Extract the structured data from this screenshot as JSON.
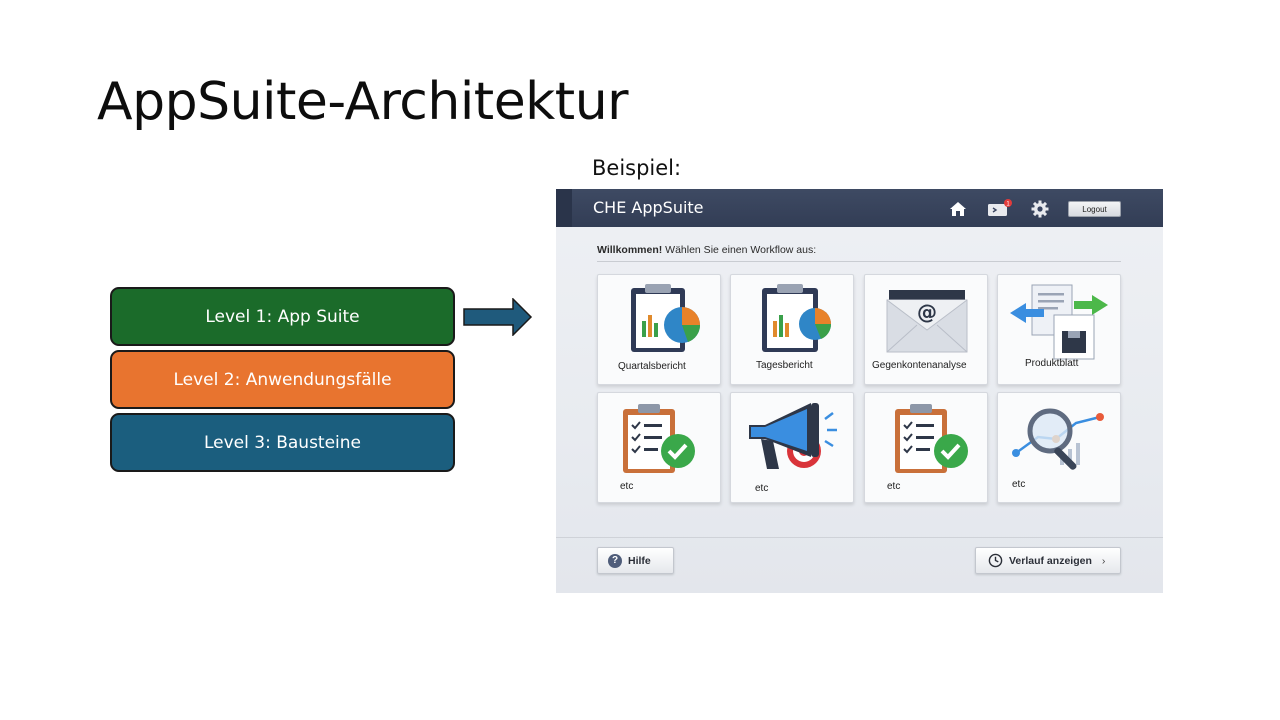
{
  "slide": {
    "title": "AppSuite-Architektur",
    "example_label": "Beispiel:"
  },
  "levels": [
    {
      "label": "Level 1: App Suite",
      "color": "#1b6b2a"
    },
    {
      "label": "Level 2: Anwendungsfälle",
      "color": "#e8742f"
    },
    {
      "label": "Level 3: Bausteine",
      "color": "#1b5e7e"
    }
  ],
  "app": {
    "title": "CHE AppSuite",
    "header_icons": [
      "home-icon",
      "mail-icon",
      "gear-icon"
    ],
    "notification_count": "1",
    "logout_label": "Logout",
    "welcome_bold": "Willkommen!",
    "welcome_text": " Wählen Sie einen Workflow aus:",
    "tiles": [
      {
        "label": "Quartalsbericht",
        "icon": "report-chart-icon"
      },
      {
        "label": "Tagesbericht",
        "icon": "report-chart-icon"
      },
      {
        "label": "Gegenkontenanalyse",
        "icon": "email-envelope-icon"
      },
      {
        "label": "Produktblatt",
        "icon": "document-transfer-icon"
      },
      {
        "label": "etc",
        "icon": "checklist-icon"
      },
      {
        "label": "etc",
        "icon": "megaphone-icon"
      },
      {
        "label": "etc",
        "icon": "checklist-icon"
      },
      {
        "label": "etc",
        "icon": "analytics-magnifier-icon"
      }
    ],
    "help_label": "Hilfe",
    "history_label": "Verlauf anzeigen"
  }
}
